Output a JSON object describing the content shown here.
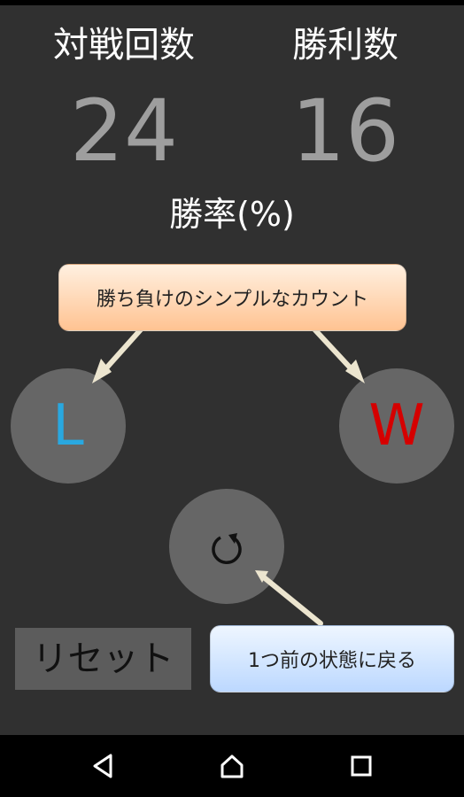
{
  "stats": {
    "battles_label": "対戦回数",
    "battles_value": "24",
    "wins_label": "勝利数",
    "wins_value": "16",
    "rate_label": "勝率(%)"
  },
  "buttons": {
    "lose_label": "L",
    "win_label": "W",
    "reset_label": "リセット"
  },
  "callouts": {
    "simple_count": "勝ち負けのシンプルなカウント",
    "undo_hint": "1つ前の状態に戻る"
  },
  "colors": {
    "lose": "#29a8e0",
    "win": "#d50000",
    "background": "#303030",
    "circle": "#666666"
  },
  "icons": {
    "undo": "undo-icon",
    "nav_back": "back-triangle-icon",
    "nav_home": "home-icon",
    "nav_recent": "recent-apps-icon"
  }
}
